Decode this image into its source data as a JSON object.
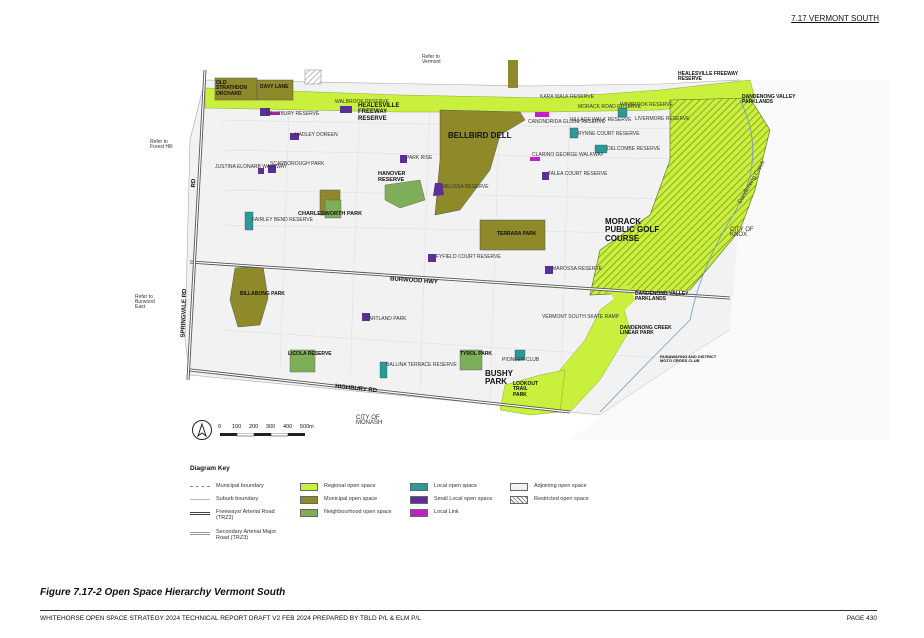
{
  "header": {
    "section": "7.17 VERMONT SOUTH"
  },
  "map": {
    "parks": {
      "bellbird": "BELLBIRD DELL",
      "morack": "MORACK PUBLIC GOLF COURSE",
      "healesville": "HEALESVILLE FREEWAY RESERVE",
      "bushy": "BUSHY PARK",
      "terrara": "TERRARA PARK",
      "billabong": "BILLABONG PARK",
      "hanover": "HANOVER RESERVE",
      "charlesworth": "CHARLESWORTH PARK",
      "licola": "LICOLA RESERVE",
      "tyrol": "TYROL PARK",
      "lookout": "LOOKOUT TRAIL PARK",
      "oldorchard": "OLD STRATHDON ORCHARD",
      "davy": "DAVY LANE",
      "dvp": "DANDENONG VALLEY PARKLANDS",
      "dvp2": "DANDENONG VALLEY PARKLANDS",
      "dclp": "DANDENONG CREEK LINEAR PARK",
      "healfwy2": "HEALESVILLE FREEWAY RESERVE",
      "runawaying": "RUNAWAYING AND DISTRICT MOTO CROSS CLUB"
    },
    "small": {
      "westbury": "WESTBURY RESERVE",
      "walbrook": "WALBROOK RESERVE",
      "doreen": "HADLEY DOREEN",
      "scarborough": "SCARBOROUGH PARK",
      "justina": "JUSTINA ELONARB WALKWAY",
      "parkrise": "PARK RISE",
      "melissa": "MELISSA RESERVE",
      "fairley": "FAIRLEY BEND RESERVE",
      "fyfield": "FYFIELD COURT RESERVE",
      "cartland": "CARTLAND PARK",
      "ballina": "BALLINA TERRACE RESERVE",
      "marossa": "MAROSSA RESERVE",
      "pioneer": "PIONEER CLUB",
      "kara": "KARA WALK RESERVE",
      "canondrida": "CANONDRIDA GLOBE RESERVE",
      "morackrd": "MORACK ROAD RESERVE",
      "village": "VILLAGE WALK RESERVE",
      "winbrook": "WINBROOK RESERVE",
      "livermore": "LIVERMORE RESERVE",
      "rynne": "RYNNE COURT RESERVE",
      "delcombe": "DELCOMBE RESERVE",
      "clarino": "CLARINO GEORGE WALKWAY",
      "talea": "TALEA COURT RESERVE",
      "skate": "VERMONT SOUTH SKATE RAMP"
    },
    "roads": {
      "burwood": "BURWOOD HWY",
      "highbury": "HIGHBURY RD",
      "springvale": "SPRINGVALE RD",
      "rd": "RD"
    },
    "refs": {
      "vermont": "Refer to Vermont",
      "foresthill": "Refer to Forest Hill",
      "burwoodeast": "Refer to Burwood East",
      "knox": "CITY OF KNOX",
      "monash": "CITY OF MONASH",
      "creek": "Dandenong Creek"
    },
    "scale": [
      "0",
      "100",
      "200",
      "300",
      "400",
      "500m"
    ]
  },
  "key": {
    "title": "Diagram Key",
    "col1": [
      "Municipal boundary",
      "Suburb boundary",
      "Freeways/ Arterial Road (TRZ2)",
      "Secondary Arterial Major Road (TRZ3)"
    ],
    "col2": [
      "Regional open space",
      "Municipal open space",
      "Neighbourhood open space"
    ],
    "col3": [
      "Local open space",
      "Small Local open space",
      "Local Link"
    ],
    "col4": [
      "Adjoining open space",
      "Restricted open space"
    ]
  },
  "colors": {
    "regional": "#c8f03c",
    "municipal": "#8e8a2a",
    "neighbourhood": "#7fae58",
    "local": "#2a9a96",
    "small": "#5a2f9a",
    "link": "#c21fc8"
  },
  "caption": "Figure 7.17-2 Open Space Hierarchy Vermont South",
  "footer": {
    "left": "WHITEHORSE OPEN SPACE STRATEGY 2024  TECHNICAL REPORT  DRAFT V2  FEB 2024   PREPARED BY TBLD P/L & ELM P/L",
    "right": "PAGE 430"
  }
}
